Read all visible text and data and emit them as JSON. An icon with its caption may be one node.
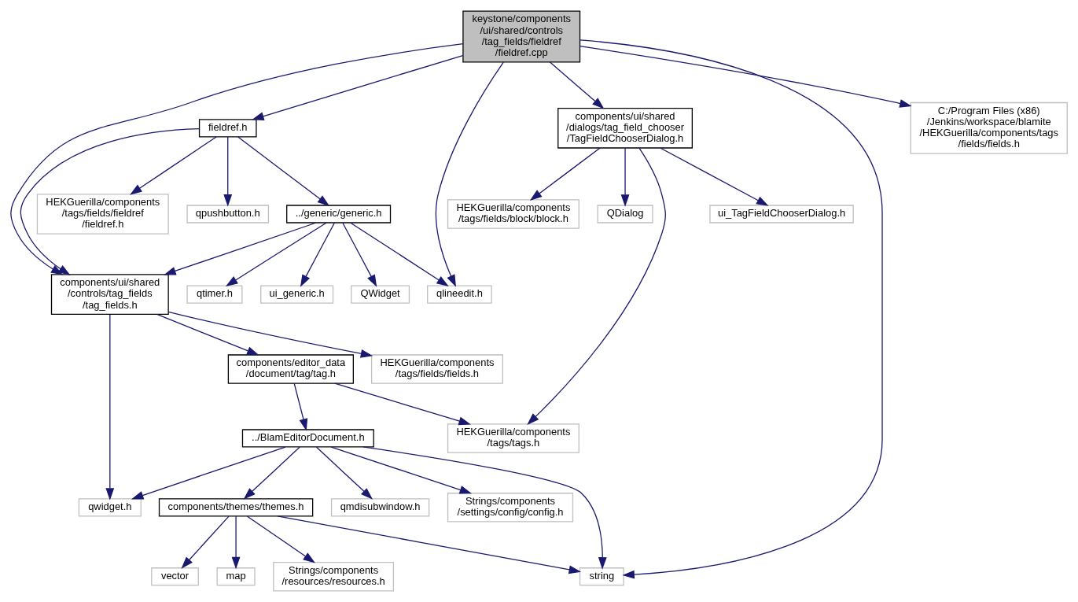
{
  "diagram": {
    "nodes": [
      {
        "text": [
          "keystone/components /ui/shared/controls /tag_fields/fieldref /fieldref.cpp"
        ]
      },
      {
        "text": [
          "fieldref.h"
        ]
      },
      {
        "text": [
          "components/ui/shared /dialogs/tag_field_chooser /TagFieldChooserDialog.h"
        ]
      },
      {
        "text": [
          "C:/Program Files (x86) /Jenkins/workspace/blamite /HEKGuerilla/components/tags /fields/fields.h"
        ]
      },
      {
        "text": [
          "HEKGuerilla/components /tags/fields/fieldref /fieldref.h"
        ]
      },
      {
        "text": [
          "qpushbutton.h"
        ]
      },
      {
        "text": [
          "../generic/generic.h"
        ]
      },
      {
        "text": [
          "HEKGuerilla/components /tags/fields/block/block.h"
        ]
      },
      {
        "text": [
          "QDialog"
        ]
      },
      {
        "text": [
          "ui_TagFieldChooserDialog.h"
        ]
      },
      {
        "text": [
          "components/ui/shared /controls/tag_fields /tag_fields.h"
        ]
      },
      {
        "text": [
          "ui_generic.h"
        ]
      },
      {
        "text": [
          "QWidget"
        ]
      },
      {
        "text": [
          "qtimer.h"
        ]
      },
      {
        "text": [
          "qlineedit.h"
        ]
      },
      {
        "text": [
          "components/editor_data /document/tag/tag.h"
        ]
      },
      {
        "text": [
          "HEKGuerilla/components /tags/fields/fields.h"
        ]
      },
      {
        "text": [
          "../BlamEditorDocument.h"
        ]
      },
      {
        "text": [
          "HEKGuerilla/components /tags/tags.h"
        ]
      },
      {
        "text": [
          "qwidget.h"
        ]
      },
      {
        "text": [
          "components/themes/themes.h"
        ]
      },
      {
        "text": [
          "qmdisubwindow.h"
        ]
      },
      {
        "text": [
          "Strings/components /settings/config/config.h"
        ]
      },
      {
        "text": [
          "map"
        ]
      },
      {
        "text": [
          "Strings/components /resources/resources.h"
        ]
      },
      {
        "text": [
          "vector"
        ]
      },
      {
        "text": [
          "string"
        ]
      }
    ],
    "edges": [
      {
        "from": 0,
        "to": 10,
        "arrow": "to"
      },
      {
        "from": 0,
        "to": 1,
        "arrow": "to"
      },
      {
        "from": 0,
        "to": 14,
        "arrow": "to"
      },
      {
        "from": 0,
        "to": 2,
        "arrow": "to"
      },
      {
        "from": 0,
        "to": 26,
        "arrow": "to"
      },
      {
        "from": 0,
        "to": 3,
        "arrow": "to"
      },
      {
        "from": 1,
        "to": 10,
        "arrow": "to"
      },
      {
        "from": 1,
        "to": 4,
        "arrow": "to"
      },
      {
        "from": 1,
        "to": 5,
        "arrow": "to"
      },
      {
        "from": 1,
        "to": 6,
        "arrow": "to"
      },
      {
        "from": 6,
        "to": 10,
        "arrow": "to"
      },
      {
        "from": 6,
        "to": 11,
        "arrow": "to"
      },
      {
        "from": 6,
        "to": 12,
        "arrow": "to"
      },
      {
        "from": 6,
        "to": 13,
        "arrow": "to"
      },
      {
        "from": 6,
        "to": 14,
        "arrow": "to"
      },
      {
        "from": 2,
        "to": 7,
        "arrow": "to"
      },
      {
        "from": 2,
        "to": 8,
        "arrow": "to"
      },
      {
        "from": 2,
        "to": 9,
        "arrow": "to"
      },
      {
        "from": 2,
        "to": 18,
        "arrow": "to"
      },
      {
        "from": 10,
        "to": 19,
        "arrow": "to"
      },
      {
        "from": 10,
        "to": 15,
        "arrow": "to"
      },
      {
        "from": 10,
        "to": 16,
        "arrow": "to"
      },
      {
        "from": 15,
        "to": 17,
        "arrow": "to"
      },
      {
        "from": 15,
        "to": 18,
        "arrow": "to"
      },
      {
        "from": 17,
        "to": 19,
        "arrow": "to"
      },
      {
        "from": 17,
        "to": 20,
        "arrow": "to"
      },
      {
        "from": 17,
        "to": 21,
        "arrow": "to"
      },
      {
        "from": 17,
        "to": 22,
        "arrow": "to"
      },
      {
        "from": 17,
        "to": 26,
        "arrow": "to"
      },
      {
        "from": 20,
        "to": 23,
        "arrow": "to"
      },
      {
        "from": 20,
        "to": 24,
        "arrow": "to"
      },
      {
        "from": 20,
        "to": 25,
        "arrow": "to"
      },
      {
        "from": 20,
        "to": 26,
        "arrow": "to"
      }
    ]
  }
}
